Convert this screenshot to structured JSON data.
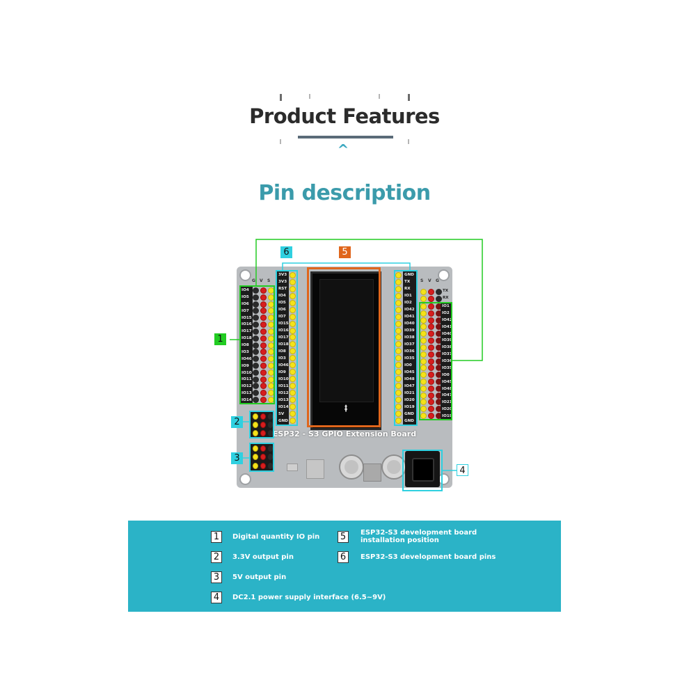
{
  "header": {
    "title": "Product Features",
    "section_title": "Pin description"
  },
  "board": {
    "title": "ESP32 - S3 GPIO Extension Board",
    "left_gpio_labels": [
      "IO4",
      "IO5",
      "IO6",
      "IO7",
      "IO15",
      "IO16",
      "IO17",
      "IO18",
      "IO8",
      "IO3",
      "IO46",
      "IO9",
      "IO10",
      "IO11",
      "IO12",
      "IO13",
      "IO14"
    ],
    "left_module_labels": [
      "3V3",
      "3V3",
      "RST",
      "IO4",
      "IO5",
      "IO6",
      "IO7",
      "IO15",
      "IO16",
      "IO17",
      "IO18",
      "IO8",
      "IO3",
      "IO46",
      "IO9",
      "IO10",
      "IO11",
      "IO12",
      "IO13",
      "IO14",
      "5V",
      "GND"
    ],
    "right_module_labels": [
      "GND",
      "TX",
      "RX",
      "IO1",
      "IO2",
      "IO42",
      "IO41",
      "IO40",
      "IO39",
      "IO38",
      "IO37",
      "IO36",
      "IO35",
      "IO0",
      "IO45",
      "IO48",
      "IO47",
      "IO21",
      "IO20",
      "IO19",
      "GND",
      "GND"
    ],
    "right_gpio_labels": [
      "IO1",
      "IO2",
      "IO42",
      "IO41",
      "IO40",
      "IO39",
      "IO38",
      "IO37",
      "IO36",
      "IO35",
      "IO0",
      "IO45",
      "IO48",
      "IO47",
      "IO21",
      "IO20",
      "IO19"
    ],
    "right_top_labels": [
      "TX",
      "RX"
    ],
    "header_letters": [
      "S",
      "V",
      "G"
    ]
  },
  "callouts": [
    "1",
    "2",
    "3",
    "4",
    "5",
    "6"
  ],
  "colors": {
    "green": "#22cc22",
    "cyan": "#2fd0e0",
    "orange": "#e0661c",
    "legend_bg": "#2bb3c7",
    "title_teal": "#3b9bab"
  },
  "legend": {
    "items": [
      {
        "num": "1",
        "text": "Digital quantity IO pin"
      },
      {
        "num": "2",
        "text": "3.3V output pin"
      },
      {
        "num": "3",
        "text": "5V output pin"
      },
      {
        "num": "4",
        "text": "DC2.1 power supply interface (6.5~9V)"
      },
      {
        "num": "5",
        "text_line1": "ESP32-S3 development board",
        "text_line2": "installation position"
      },
      {
        "num": "6",
        "text": "ESP32-S3 development board pins"
      }
    ]
  }
}
